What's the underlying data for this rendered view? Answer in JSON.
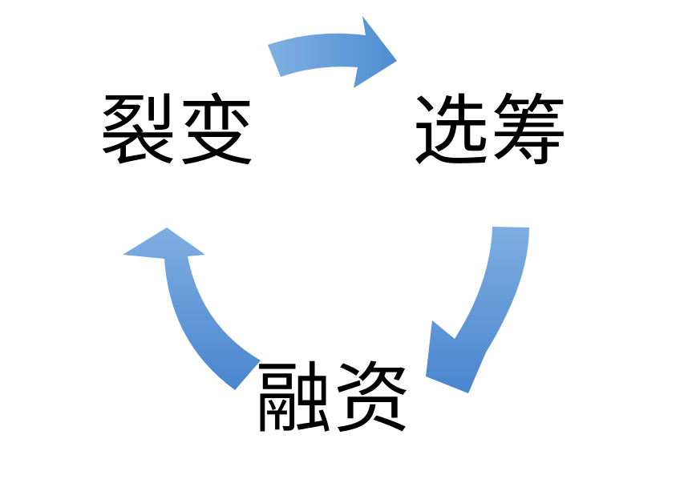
{
  "diagram": {
    "nodes": [
      {
        "id": "liebian",
        "label": "裂变"
      },
      {
        "id": "xuanchou",
        "label": "选筹"
      },
      {
        "id": "rongzi",
        "label": "融资"
      }
    ],
    "edges": [
      {
        "from": "liebian",
        "to": "xuanchou"
      },
      {
        "from": "xuanchou",
        "to": "rongzi"
      },
      {
        "from": "rongzi",
        "to": "liebian"
      }
    ],
    "colors": {
      "arrow_light": "#85b1e0",
      "arrow_dark": "#4a86cf",
      "text": "#000000"
    }
  }
}
